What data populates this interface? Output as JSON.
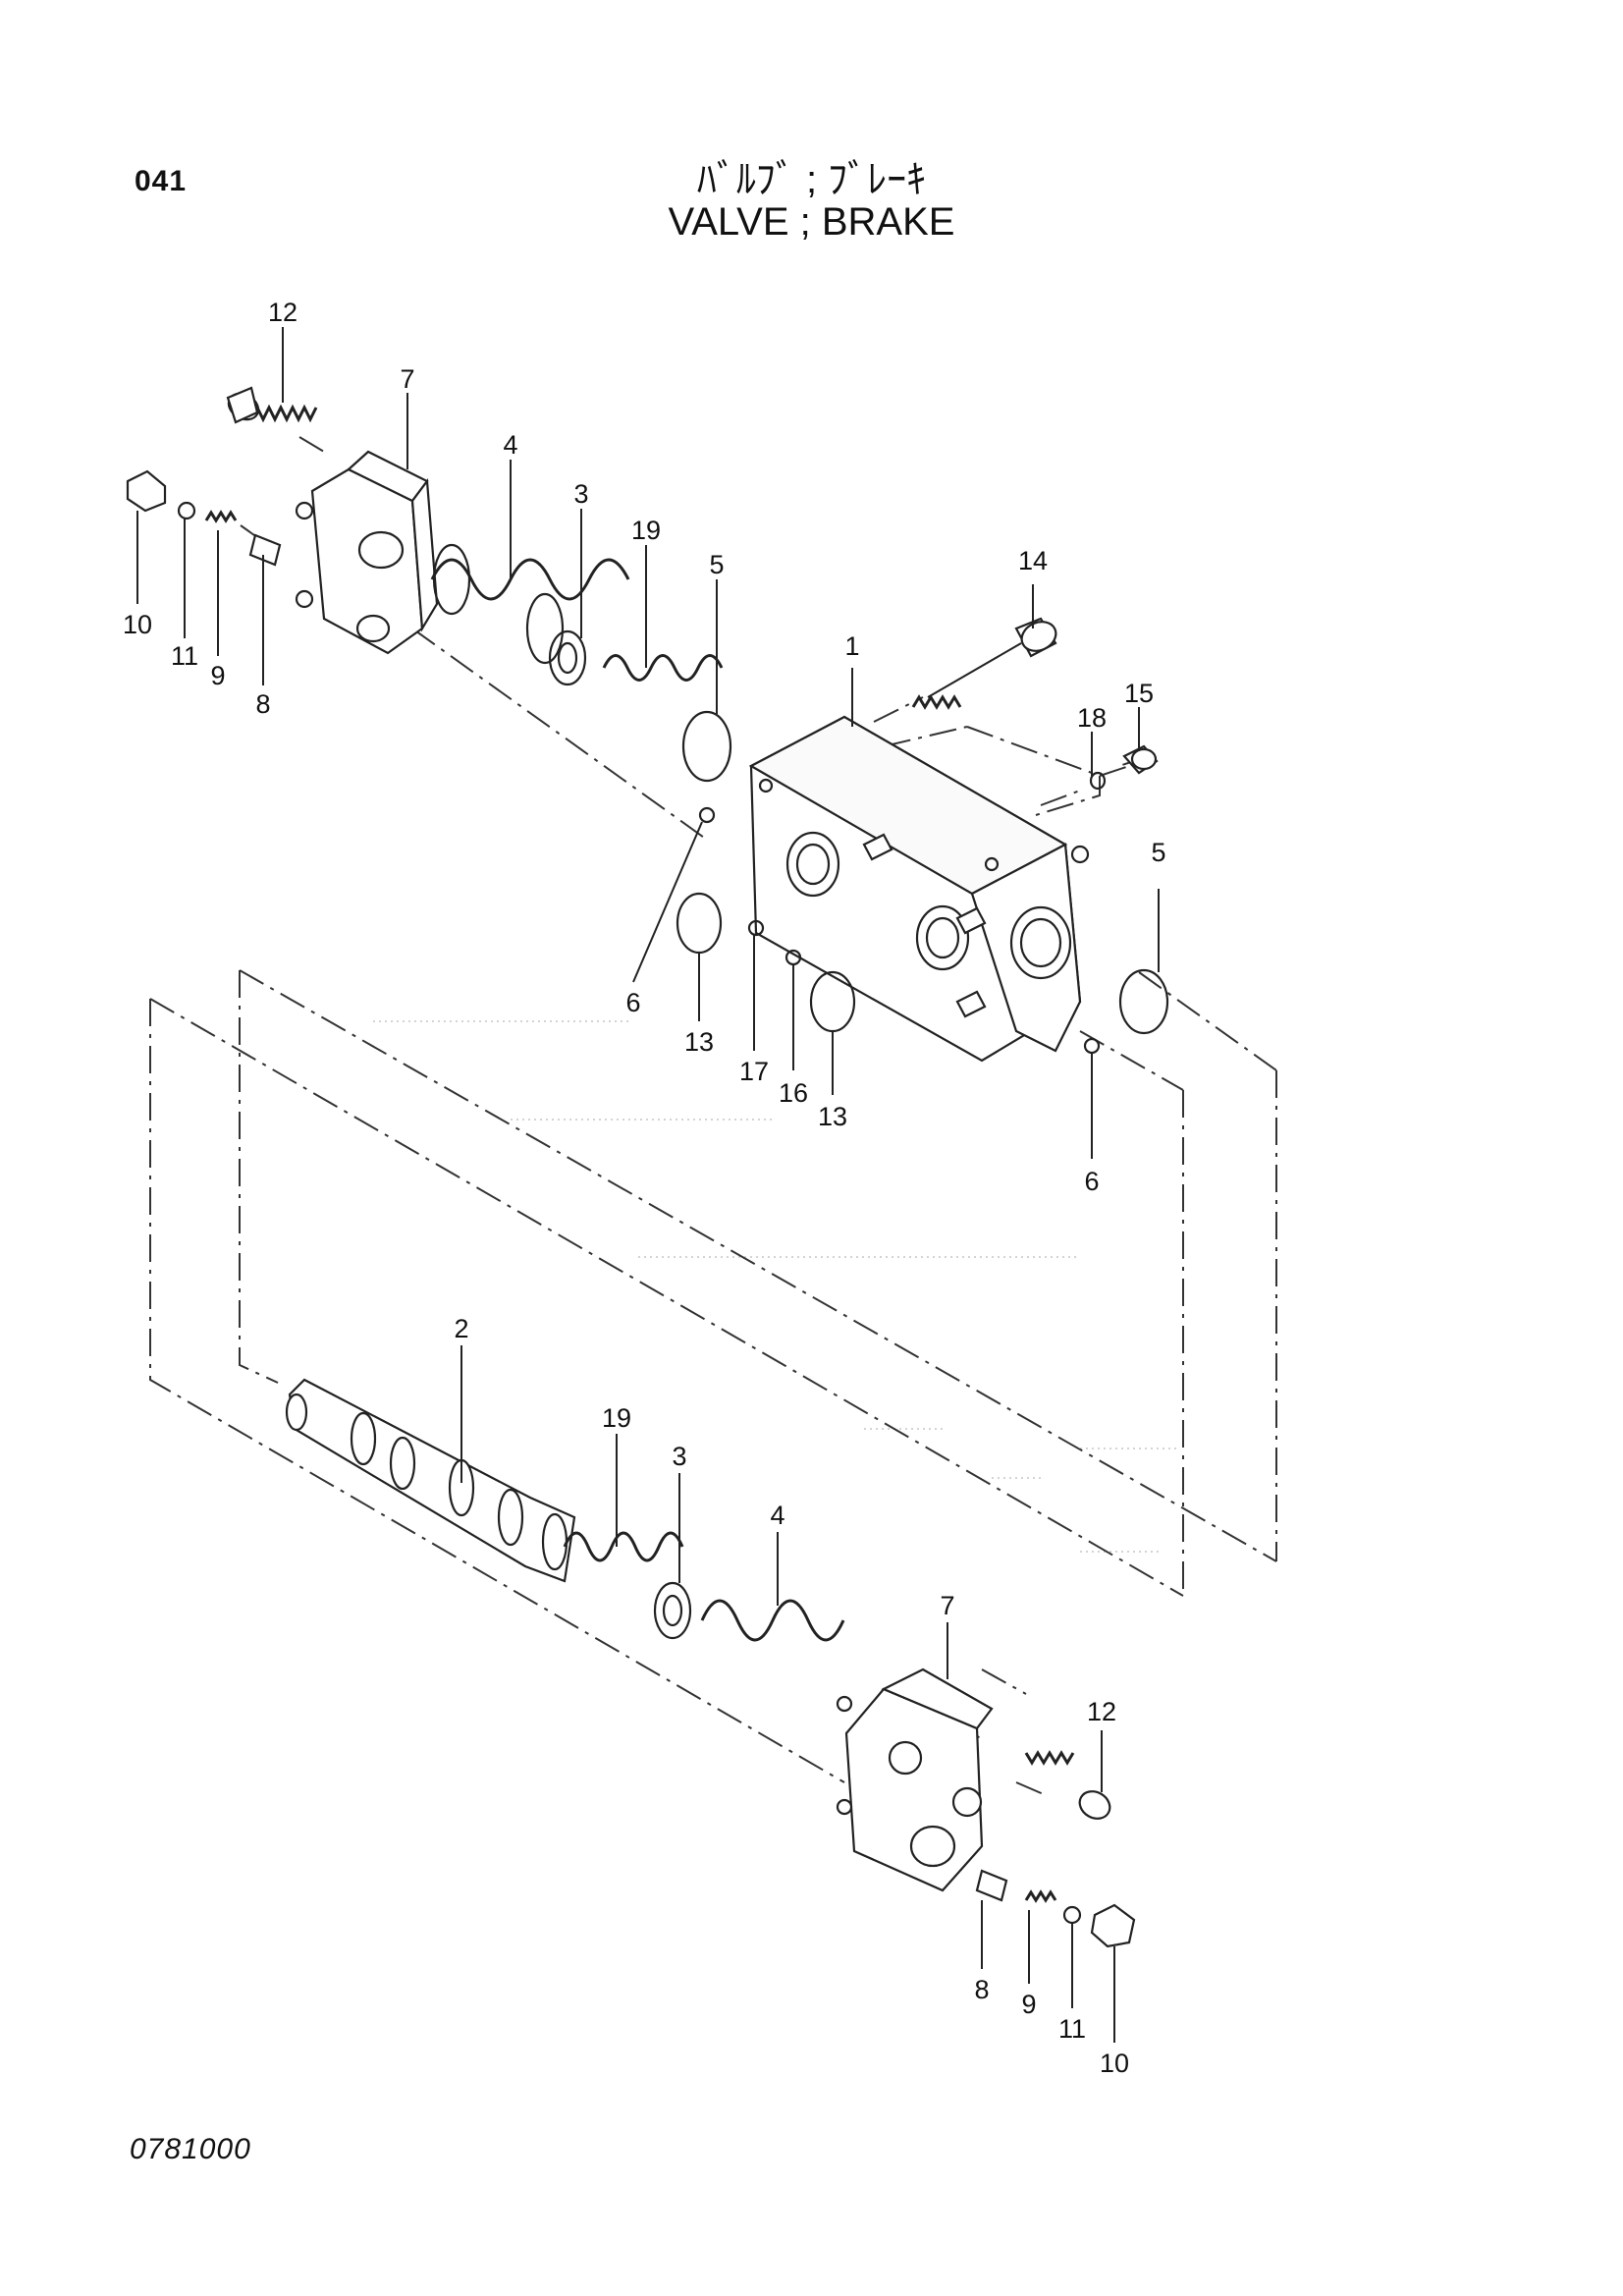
{
  "header": {
    "page_number": "041",
    "title_jp": "ﾊﾞﾙﾌﾞ ; ﾌﾞﾚｰｷ",
    "title_en": "VALVE ; BRAKE"
  },
  "footer": {
    "code": "0781000"
  },
  "callouts": {
    "top": [
      "12",
      "7",
      "4",
      "3",
      "19",
      "5",
      "14",
      "1",
      "18",
      "15",
      "10",
      "11",
      "9",
      "8",
      "6",
      "13",
      "17",
      "16",
      "13",
      "5",
      "6"
    ],
    "bottom": [
      "2",
      "19",
      "3",
      "4",
      "7",
      "12",
      "8",
      "9",
      "11",
      "10"
    ]
  }
}
